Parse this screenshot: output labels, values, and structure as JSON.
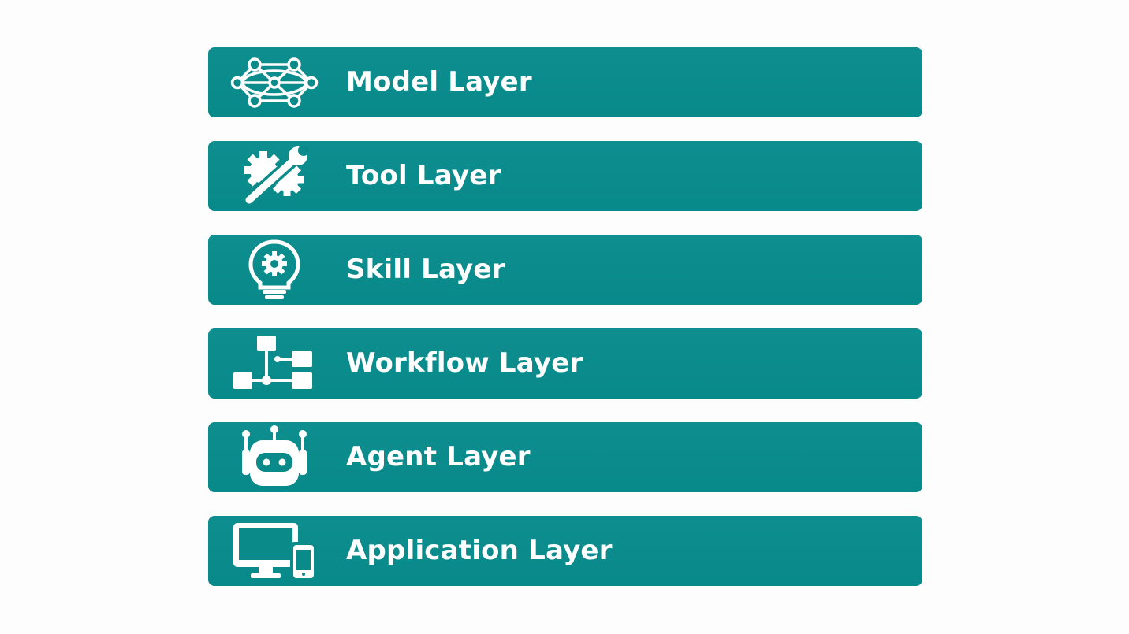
{
  "colors": {
    "background": "#fdfdfd",
    "layer_fill": "#0b8a8a",
    "text": "#ffffff"
  },
  "layers": [
    {
      "label": "Model Layer",
      "icon": "network-icon"
    },
    {
      "label": "Tool Layer",
      "icon": "wrench-gear-icon"
    },
    {
      "label": "Skill Layer",
      "icon": "lightbulb-gear-icon"
    },
    {
      "label": "Workflow Layer",
      "icon": "workflow-icon"
    },
    {
      "label": "Agent Layer",
      "icon": "robot-icon"
    },
    {
      "label": "Application Layer",
      "icon": "devices-icon"
    }
  ]
}
